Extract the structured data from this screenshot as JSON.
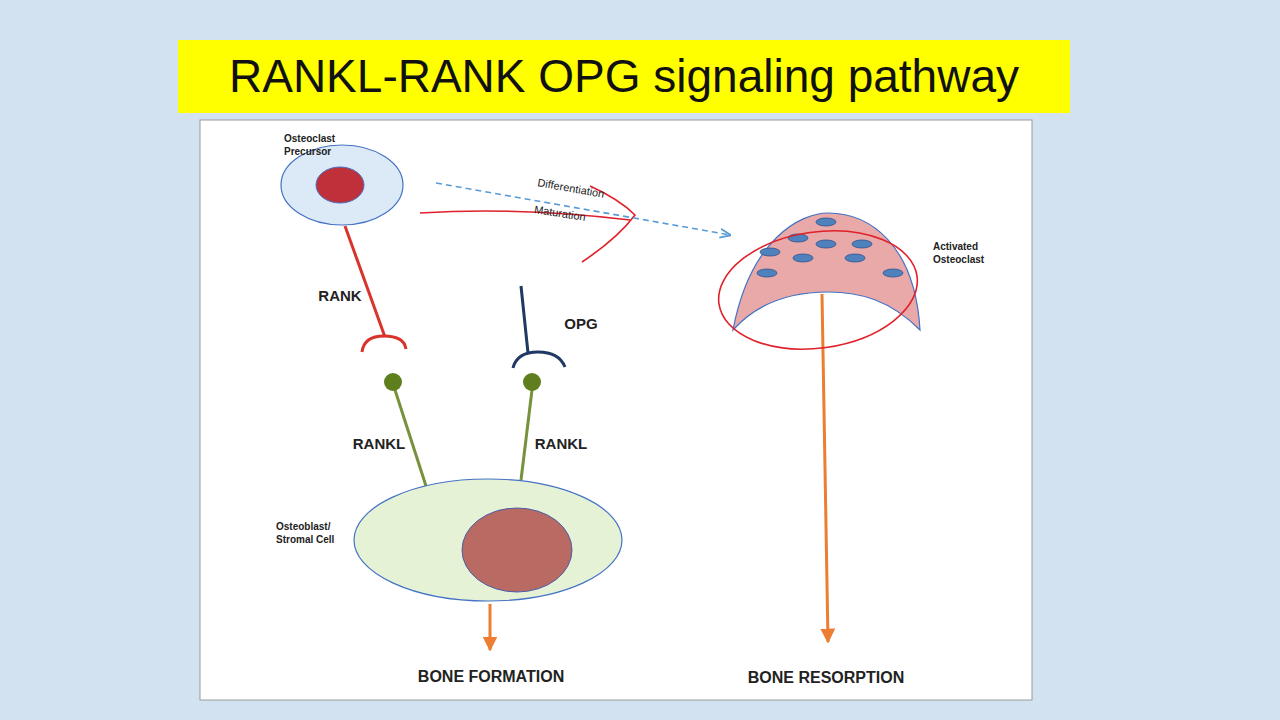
{
  "diagram": {
    "title": "RANKL-RANK OPG signaling pathway",
    "nodes": [
      {
        "text": [
          "Osteoclast Precursor"
        ]
      },
      {
        "text": [
          "Activated Osteoclast"
        ]
      },
      {
        "text": [
          "Osteoblast/ Stromal Cell"
        ]
      }
    ],
    "edges": [
      {
        "from": 0,
        "to": 1,
        "label": "Differentiation",
        "arrow": "to"
      }
    ],
    "labels": [
      "Maturation",
      "RANK",
      "OPG",
      "RANKL",
      "RANKL",
      "BONE FORMATION",
      "BONE RESORPTION"
    ]
  }
}
